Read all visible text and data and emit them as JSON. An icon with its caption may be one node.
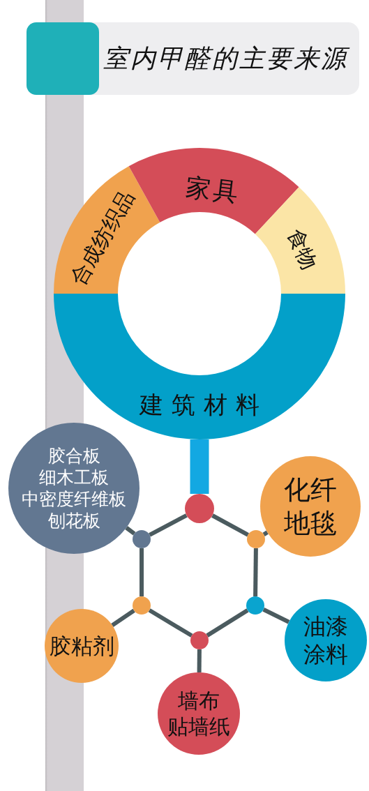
{
  "diagram": {
    "title": "室内甲醛的主要来源",
    "nodes": [
      {
        "text": [
          "合成纺织品"
        ]
      },
      {
        "text": [
          "家具"
        ]
      },
      {
        "text": [
          "食物"
        ]
      },
      {
        "text": [
          "建筑材料"
        ]
      },
      {
        "text": [
          "胶合板",
          "细木工板",
          "中密度纤维板",
          "刨花板"
        ]
      },
      {
        "text": [
          "化纤地毯"
        ]
      },
      {
        "text": [],
        "shape": "circle"
      },
      {
        "text": [],
        "shape": "circle"
      },
      {
        "text": [],
        "shape": "circle"
      },
      {
        "text": [],
        "shape": "circle"
      },
      {
        "text": [],
        "shape": "circle"
      },
      {
        "text": [],
        "shape": "circle"
      },
      {
        "text": [
          "胶粘剂"
        ]
      },
      {
        "text": [
          "油漆",
          "涂料"
        ]
      },
      {
        "text": [
          "墙布",
          "贴墙纸"
        ]
      }
    ],
    "edges": [
      {
        "from": 3,
        "to": 6,
        "arrow": "none",
        "style": "thick",
        "color": "#13a8e2"
      },
      {
        "from": 6,
        "to": 7,
        "arrow": "none"
      },
      {
        "from": 6,
        "to": 8,
        "arrow": "none"
      },
      {
        "from": 7,
        "to": 4,
        "arrow": "none"
      },
      {
        "from": 8,
        "to": 5,
        "arrow": "none"
      },
      {
        "from": 7,
        "to": 9,
        "arrow": "none"
      },
      {
        "from": 8,
        "to": 10,
        "arrow": "none"
      },
      {
        "from": 9,
        "to": 12,
        "arrow": "none"
      },
      {
        "from": 10,
        "to": 13,
        "arrow": "none"
      },
      {
        "from": 9,
        "to": 11,
        "arrow": "none"
      },
      {
        "from": 10,
        "to": 11,
        "arrow": "none"
      },
      {
        "from": 11,
        "to": 14,
        "arrow": "none"
      }
    ]
  }
}
